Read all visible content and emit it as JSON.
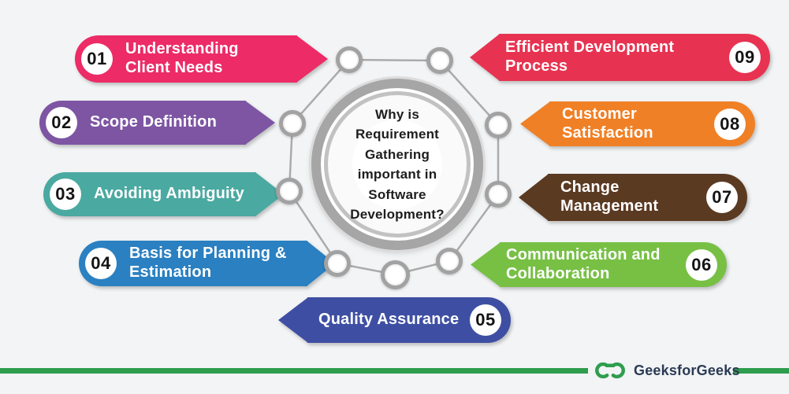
{
  "page": {
    "background": "#f2f4f5"
  },
  "center": {
    "question": "Why is Requirement Gathering important in Software Development?"
  },
  "items": [
    {
      "num": "01",
      "label": "Understanding Client Needs",
      "color": "#ec2b67"
    },
    {
      "num": "02",
      "label": "Scope Definition",
      "color": "#7d55a3"
    },
    {
      "num": "03",
      "label": "Avoiding Ambiguity",
      "color": "#4aa9a1"
    },
    {
      "num": "04",
      "label": "Basis for Planning & Estimation",
      "color": "#2a80c1"
    },
    {
      "num": "05",
      "label": "Quality Assurance",
      "color": "#3e4fa3"
    },
    {
      "num": "06",
      "label": "Communication and Collaboration",
      "color": "#77c044"
    },
    {
      "num": "07",
      "label": "Change Management",
      "color": "#5b3a22"
    },
    {
      "num": "08",
      "label": "Customer Satisfaction",
      "color": "#f08025"
    },
    {
      "num": "09",
      "label": "Efficient Development Process",
      "color": "#e73351"
    }
  ],
  "decor": {
    "node_border_color": "#a2a2a2",
    "hub_ring_color": "#a6a6a6",
    "line_color": "#ababab"
  },
  "footer": {
    "brand": "GeeksforGeeks",
    "line_color": "#2f9d4e",
    "logo_green": "#2f9d4e",
    "brand_text_color": "#2b3a55"
  }
}
